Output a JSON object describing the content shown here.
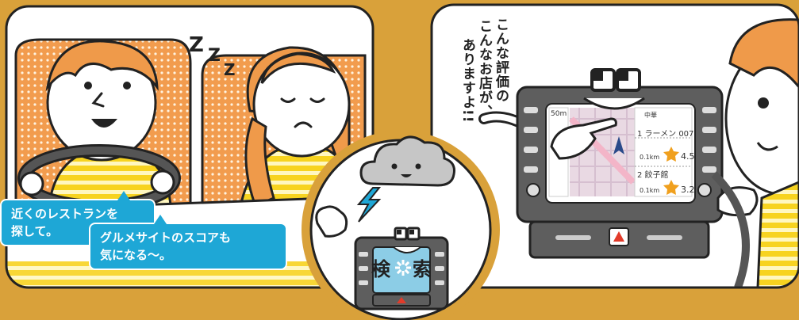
{
  "bubbles": {
    "line1a": "近くのレストランを",
    "line1b": "探して。",
    "line2a": "グルメサイトのスコアも",
    "line2b": "気になる～。"
  },
  "snore": {
    "z1": "Z",
    "z2": "Z",
    "z3": "Z"
  },
  "speech": {
    "col1": "こんな評価の",
    "col2": "こんなお店が、",
    "col3": "ありますよ!!"
  },
  "search": {
    "char1": "検",
    "char2": "索"
  },
  "nav_screen": {
    "scale": "50m",
    "header": "中華",
    "items": [
      {
        "rank_name": "1 ラーメン 007",
        "distance": "0.1km",
        "score": "4.5"
      },
      {
        "rank_name": "2 餃子館",
        "distance": "0.1km",
        "score": "3.2"
      }
    ]
  },
  "colors": {
    "background": "#d9a13a",
    "bubble": "#1ea7d6",
    "shirt_yellow": "#f7d320",
    "hair_orange": "#ef9a4a",
    "seat_orange": "#f29c4e",
    "star": "#f0a01e"
  }
}
